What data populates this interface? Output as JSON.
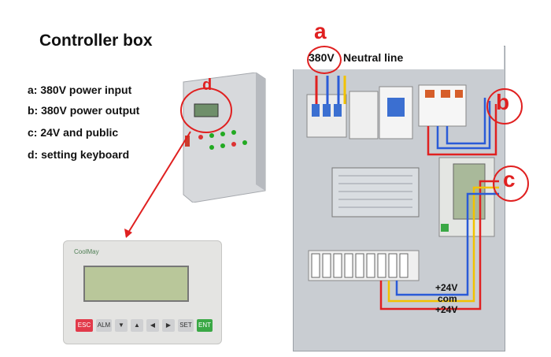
{
  "title": "Controller box",
  "legend": [
    {
      "letter": "a",
      "text": "a: 380V power input"
    },
    {
      "letter": "b",
      "text": "b: 380V power output"
    },
    {
      "letter": "c",
      "text": "c: 24V and public"
    },
    {
      "letter": "d",
      "text": "d: setting keyboard"
    }
  ],
  "markers": {
    "a": "a",
    "b": "b",
    "c": "c",
    "d": "d"
  },
  "cabinet": {
    "voltage_label": "380V",
    "neutral_label": "Neutral line",
    "wire_labels": [
      "+24V",
      "com",
      "+24V"
    ]
  },
  "keypad": {
    "brand": "CoolMay",
    "keys": [
      "ESC",
      "ALM",
      "▼",
      "▲",
      "◀",
      "▶",
      "SET",
      "ENT"
    ]
  },
  "colors": {
    "accent_red": "#e02020",
    "wire_blue": "#2a5bd7",
    "wire_yellow": "#f2c200",
    "panel_gray": "#c9cdd2"
  }
}
